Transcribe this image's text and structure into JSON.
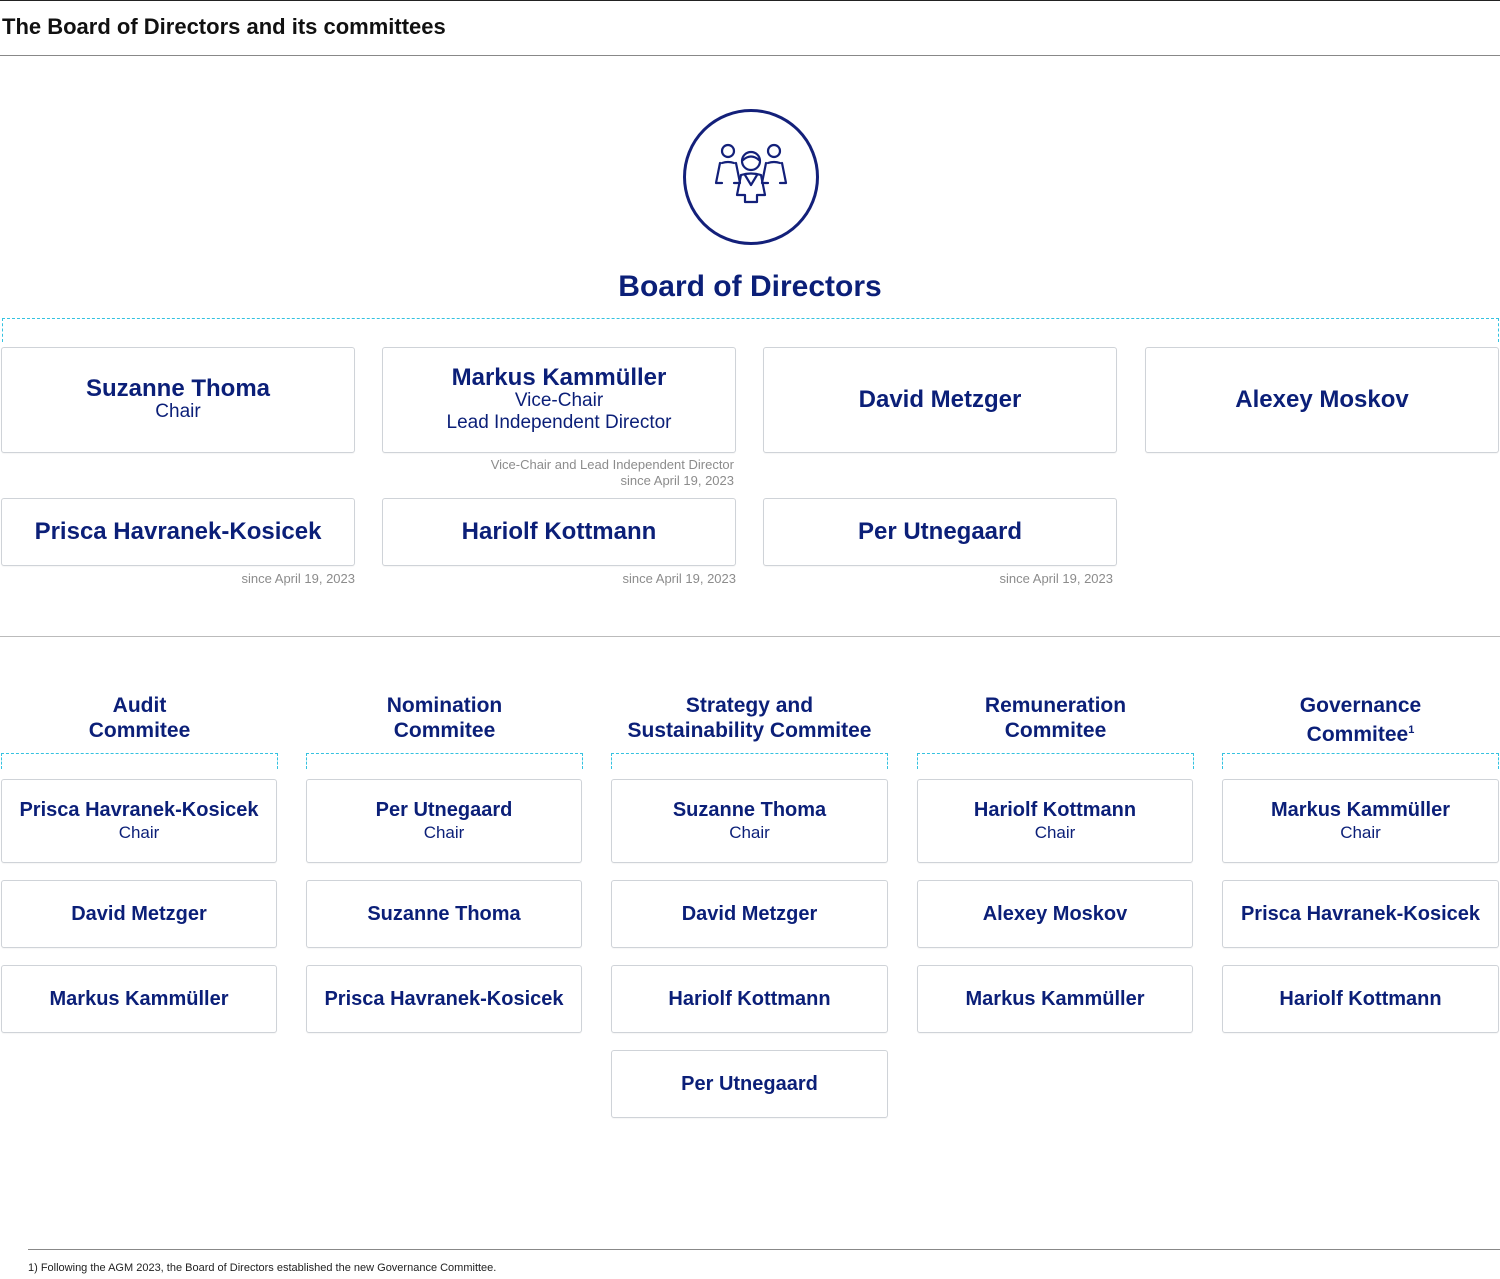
{
  "page_title": "The Board of Directors and its committees",
  "board": {
    "icon": "group-people-icon",
    "title": "Board of Directors",
    "members": [
      {
        "name": "Suzanne Thoma",
        "role": "Chair"
      },
      {
        "name": "Markus Kammüller",
        "role": "Vice-Chair",
        "role2": "Lead Independent Director",
        "note": "Vice-Chair and Lead Independent Director",
        "note2": "since April 19, 2023"
      },
      {
        "name": "David Metzger"
      },
      {
        "name": "Alexey Moskov"
      },
      {
        "name": "Prisca Havranek-Kosicek",
        "note": "since April 19, 2023"
      },
      {
        "name": "Hariolf Kottmann",
        "note": "since April 19, 2023"
      },
      {
        "name": "Per Utnegaard",
        "note": "since April 19, 2023"
      }
    ]
  },
  "committees": [
    {
      "title_line1": "Audit",
      "title_line2": "Commitee",
      "members": [
        {
          "name": "Prisca Havranek-Kosicek",
          "role": "Chair"
        },
        {
          "name": "David Metzger"
        },
        {
          "name": "Markus Kammüller"
        }
      ]
    },
    {
      "title_line1": "Nomination",
      "title_line2": "Commitee",
      "members": [
        {
          "name": "Per Utnegaard",
          "role": "Chair"
        },
        {
          "name": "Suzanne Thoma"
        },
        {
          "name": "Prisca Havranek-Kosicek"
        }
      ]
    },
    {
      "title_line1": "Strategy and",
      "title_line2": "Sustainability Commitee",
      "members": [
        {
          "name": "Suzanne Thoma",
          "role": "Chair"
        },
        {
          "name": "David Metzger"
        },
        {
          "name": "Hariolf Kottmann"
        },
        {
          "name": "Per Utnegaard"
        }
      ]
    },
    {
      "title_line1": "Remuneration",
      "title_line2": "Commitee",
      "members": [
        {
          "name": "Hariolf Kottmann",
          "role": "Chair"
        },
        {
          "name": "Alexey Moskov"
        },
        {
          "name": "Markus Kammüller"
        }
      ]
    },
    {
      "title_line1": "Governance",
      "title_line2": "Commitee",
      "footnote_marker": "1",
      "members": [
        {
          "name": "Markus Kammüller",
          "role": "Chair"
        },
        {
          "name": "Prisca Havranek-Kosicek"
        },
        {
          "name": "Hariolf Kottmann"
        }
      ]
    }
  ],
  "footnote": "1) Following the AGM 2023, the Board of Directors established the new Governance Committee.",
  "colors": {
    "navy": "#0b1f78",
    "dashed_connector": "#35c2e0",
    "note_gray": "#8c8c8c"
  }
}
